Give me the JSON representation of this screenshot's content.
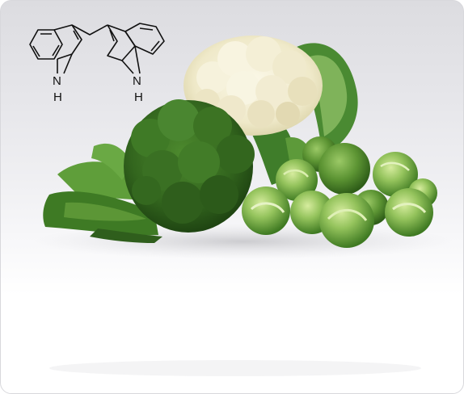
{
  "molecule": {
    "atom_labels": [
      {
        "id": "n1",
        "text": "N"
      },
      {
        "id": "h1",
        "text": "H"
      },
      {
        "id": "n2",
        "text": "N"
      },
      {
        "id": "h2",
        "text": "H"
      }
    ]
  },
  "colors": {
    "background_top": "#dcdce0",
    "background_bottom": "#ffffff",
    "broccoli_dark": "#2f5e1c",
    "broccoli_mid": "#3f7a26",
    "cauliflower": "#f2eed6",
    "sprout_light": "#a9cf6e",
    "sprout_dark": "#4f8a2c"
  }
}
